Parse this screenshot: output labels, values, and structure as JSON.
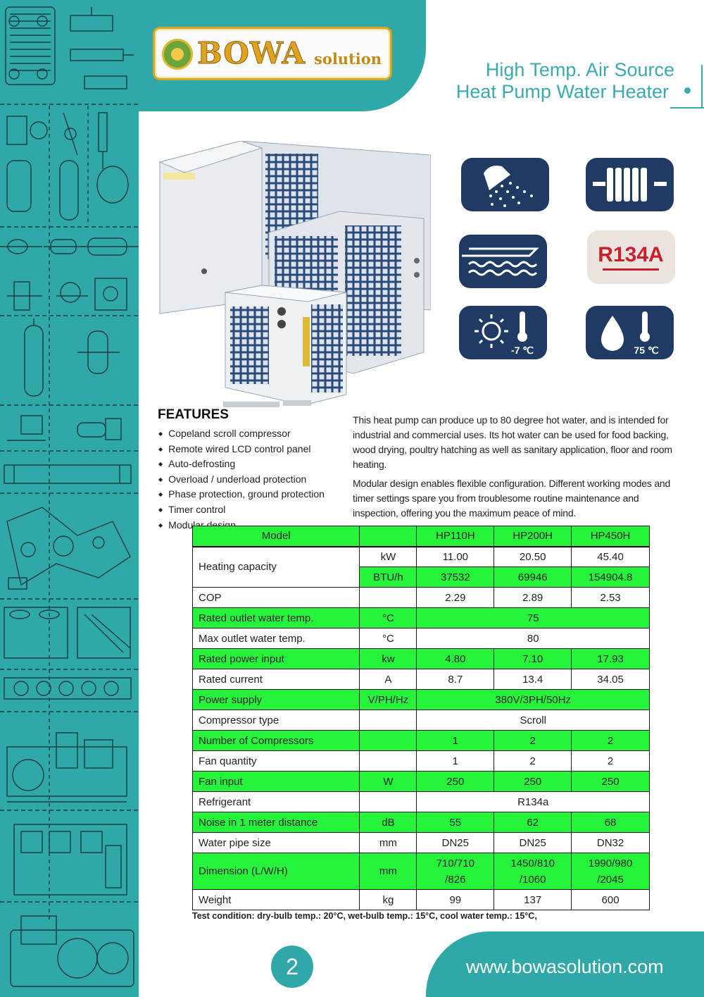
{
  "brand": {
    "logo_main": "BOWA",
    "logo_sub": "solution"
  },
  "headline": {
    "line1": "High Temp. Air Source",
    "line2": "Heat Pump Water Heater"
  },
  "icons": [
    {
      "name": "shower-icon"
    },
    {
      "name": "radiator-icon"
    },
    {
      "name": "floor-heating-icon"
    },
    {
      "name": "refrigerant-badge",
      "label": "R134A"
    },
    {
      "name": "ambient-temperature-icon",
      "label": "-7 ℃"
    },
    {
      "name": "water-temperature-icon",
      "label": "75 ℃"
    }
  ],
  "features": {
    "title": "FEATURES",
    "items": [
      "Copeland scroll compressor",
      "Remote wired LCD control panel",
      "Auto-defrosting",
      "Overload / underload protection",
      "Phase protection, ground protection",
      "Timer control",
      "Modular design"
    ]
  },
  "intro": {
    "p1": "This heat pump can produce up to 80 degree hot water, and is intended for industrial and commercial uses. Its hot water can be used for food backing, wood drying, poultry hatching as well as sanitary application, floor and room heating.",
    "p2": "Modular design enables flexible configuration. Different working modes and timer settings spare you from troublesome routine maintenance and  inspection, offering you the maximum peace of mind."
  },
  "spec": {
    "header": {
      "model": "Model",
      "m1": "HP110H",
      "m2": "HP200H",
      "m3": "HP450H"
    },
    "heating": {
      "name": "Heating capacity",
      "u1": "kW",
      "u2": "BTU/h",
      "kw": [
        "11.00",
        "20.50",
        "45.40"
      ],
      "btu": [
        "37532",
        "69946",
        "154904.8"
      ]
    },
    "cop": {
      "name": "COP",
      "unit": "",
      "v": [
        "2.29",
        "2.89",
        "2.53"
      ]
    },
    "rated_outlet": {
      "name": "Rated outlet water temp.",
      "unit": "°C",
      "v": "75"
    },
    "max_outlet": {
      "name": "Max outlet water temp.",
      "unit": "°C",
      "v": "80"
    },
    "rated_power": {
      "name": "Rated power input",
      "unit": "kw",
      "v": [
        "4.80",
        "7.10",
        "17.93"
      ]
    },
    "rated_current": {
      "name": "Rated current",
      "unit": "A",
      "v": [
        "8.7",
        "13.4",
        "34.05"
      ]
    },
    "power_supply": {
      "name": "Power supply",
      "unit": "V/PH/Hz",
      "v": "380V/3PH/50Hz"
    },
    "compressor_type": {
      "name": "Compressor type",
      "unit": "",
      "v": "Scroll"
    },
    "compressors": {
      "name": "Number of Compressors",
      "unit": "",
      "v": [
        "1",
        "2",
        "2"
      ]
    },
    "fan_qty": {
      "name": "Fan quantity",
      "unit": "",
      "v": [
        "1",
        "2",
        "2"
      ]
    },
    "fan_input": {
      "name": "Fan input",
      "unit": "W",
      "v": [
        "250",
        "250",
        "250"
      ]
    },
    "refrigerant": {
      "name": "Refrigerant",
      "unit": "",
      "v": "R134a"
    },
    "noise": {
      "name": "Noise in 1 meter distance",
      "unit": "dB",
      "v": [
        "55",
        "62",
        "68"
      ]
    },
    "pipe": {
      "name": "Water pipe size",
      "unit": "mm",
      "v": [
        "DN25",
        "DN25",
        "DN32"
      ]
    },
    "dimension": {
      "name": "Dimension (L/W/H)",
      "unit": "mm",
      "a": [
        "710/710",
        "1450/810",
        "1990/980"
      ],
      "b": [
        "/826",
        "/1060",
        "/2045"
      ]
    },
    "weight": {
      "name": "Weight",
      "unit": "kg",
      "v": [
        "99",
        "137",
        "600"
      ]
    }
  },
  "note": "Test condition: dry-bulb temp.: 20°C, wet-bulb temp.: 15°C, cool water temp.: 15°C,",
  "footer": {
    "page": "2",
    "website": "www.bowasolution.com"
  },
  "colors": {
    "teal": "#2fa8a8",
    "navy": "#1f3b64",
    "highlight_green": "#25f43a",
    "gold": "#e0a21f",
    "red": "#c8202f"
  }
}
